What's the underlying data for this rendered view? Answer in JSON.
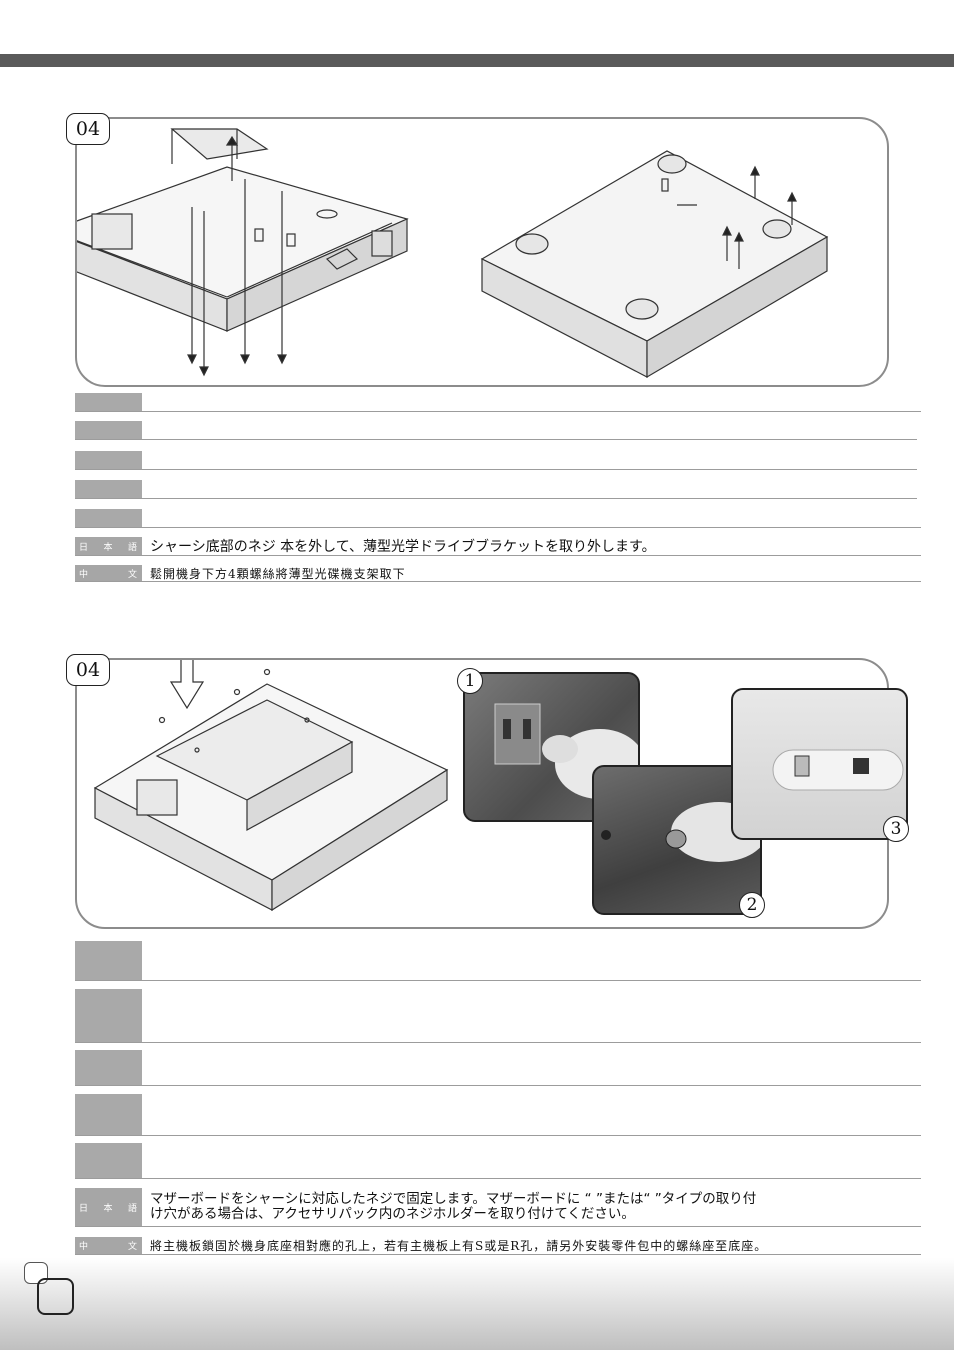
{
  "step1": {
    "number": "04",
    "rows": [
      {
        "lang": "",
        "text": ""
      },
      {
        "lang": "",
        "text": ""
      },
      {
        "lang": "",
        "text": ""
      },
      {
        "lang": "",
        "text": ""
      },
      {
        "lang": "",
        "text": ""
      }
    ],
    "japanese": {
      "tag": [
        "日",
        "本",
        "語"
      ],
      "text": "シャーシ底部のネジ  本を外して、薄型光学ドライブブラケットを取り外します。"
    },
    "chinese": {
      "tag": [
        "中",
        "文"
      ],
      "text": "鬆開機身下方4顆螺絲將薄型光碟機支架取下"
    }
  },
  "step2": {
    "number": "04",
    "callouts": [
      "1",
      "2",
      "3"
    ],
    "rows": [
      {
        "lang": "",
        "text": ""
      },
      {
        "lang": "",
        "text": ""
      },
      {
        "lang": "",
        "text": ""
      },
      {
        "lang": "",
        "text": ""
      },
      {
        "lang": "",
        "text": ""
      }
    ],
    "japanese": {
      "tag": [
        "日",
        "本",
        "語"
      ],
      "text_line1": "マザーボードをシャーシに対応したネジで固定します。マザーボードに “  ”または“  ”タイプの取り付",
      "text_line2": "け穴がある場合は、アクセサリパック内のネジホルダーを取り付けてください。"
    },
    "chinese": {
      "tag": [
        "中",
        "文"
      ],
      "text": "將主機板鎖固於機身底座相對應的孔上，若有主機板上有S或是R孔，請另外安裝零件包中的螺絲座至底座。"
    }
  },
  "colors": {
    "top_bar": "#5a5a5a",
    "panel_border": "#8c8c8c",
    "lang_tag": "#a6a6a6"
  }
}
